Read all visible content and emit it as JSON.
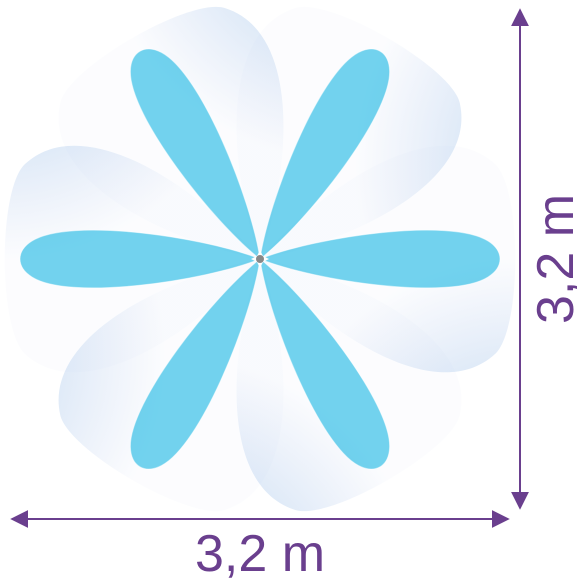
{
  "diagram": {
    "petal_count": 6,
    "colors": {
      "petal": "#00aee0",
      "glow_edge": "#4b7fd0",
      "dimension": "#6a3f8e",
      "center_dot": "#888888"
    },
    "dimensions": {
      "width_label": "3,2 m",
      "height_label": "3,2 m"
    }
  }
}
